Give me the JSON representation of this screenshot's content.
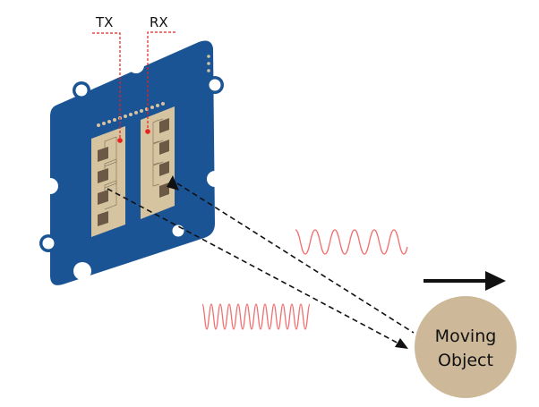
{
  "diagram": {
    "labels": {
      "tx": "TX",
      "rx": "RX"
    },
    "object": {
      "line1": "Moving",
      "line2": "Object"
    },
    "colors": {
      "board": "#1a5495",
      "antenna": "#d6c39f",
      "patch": "#6b5845",
      "marker": "#e8211f",
      "wave": "#f07070",
      "object": "#cdb99a"
    }
  }
}
